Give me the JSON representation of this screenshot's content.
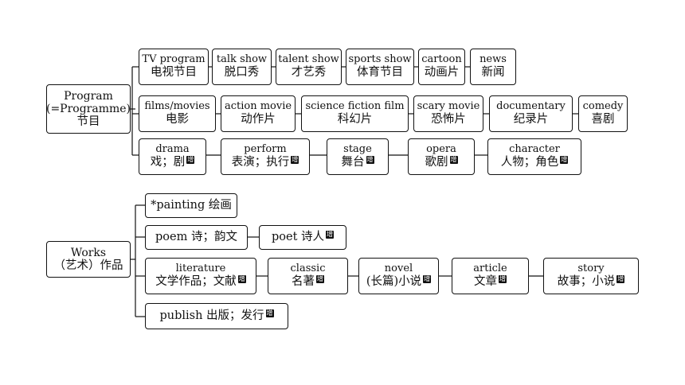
{
  "badge": "增",
  "program": {
    "root": {
      "en": "Program",
      "en2": "(=Programme)",
      "zh": "节目"
    },
    "row1": [
      {
        "en": "TV program",
        "zh": "电视节目"
      },
      {
        "en": "talk show",
        "zh": "脱口秀"
      },
      {
        "en": "talent show",
        "zh": "才艺秀"
      },
      {
        "en": "sports show",
        "zh": "体育节目"
      },
      {
        "en": "cartoon",
        "zh": "动画片"
      },
      {
        "en": "news",
        "zh": "新闻"
      }
    ],
    "row2": [
      {
        "en": "films/movies",
        "zh": "电影"
      },
      {
        "en": "action movie",
        "zh": "动作片"
      },
      {
        "en": "science fiction film",
        "zh": "科幻片"
      },
      {
        "en": "scary movie",
        "zh": "恐怖片"
      },
      {
        "en": "documentary",
        "zh": "纪录片"
      },
      {
        "en": "comedy",
        "zh": "喜剧"
      }
    ],
    "row3": [
      {
        "en": "drama",
        "zh": "戏；剧"
      },
      {
        "en": "perform",
        "zh": "表演；执行"
      },
      {
        "en": "stage",
        "zh": "舞台"
      },
      {
        "en": "opera",
        "zh": "歌剧"
      },
      {
        "en": "character",
        "zh": "人物；角色"
      }
    ]
  },
  "works": {
    "root": {
      "en": "Works",
      "zh": "（艺术）作品"
    },
    "painting": "*painting 绘画",
    "poem": "poem 诗；韵文",
    "poet": "poet 诗人",
    "chain": [
      {
        "en": "literature",
        "zh": "文学作品；文献"
      },
      {
        "en": "classic",
        "zh": "名著"
      },
      {
        "en": "novel",
        "zh": "(长篇)小说"
      },
      {
        "en": "article",
        "zh": "文章"
      },
      {
        "en": "story",
        "zh": "故事；小说"
      }
    ],
    "publish": "publish 出版；发行"
  }
}
